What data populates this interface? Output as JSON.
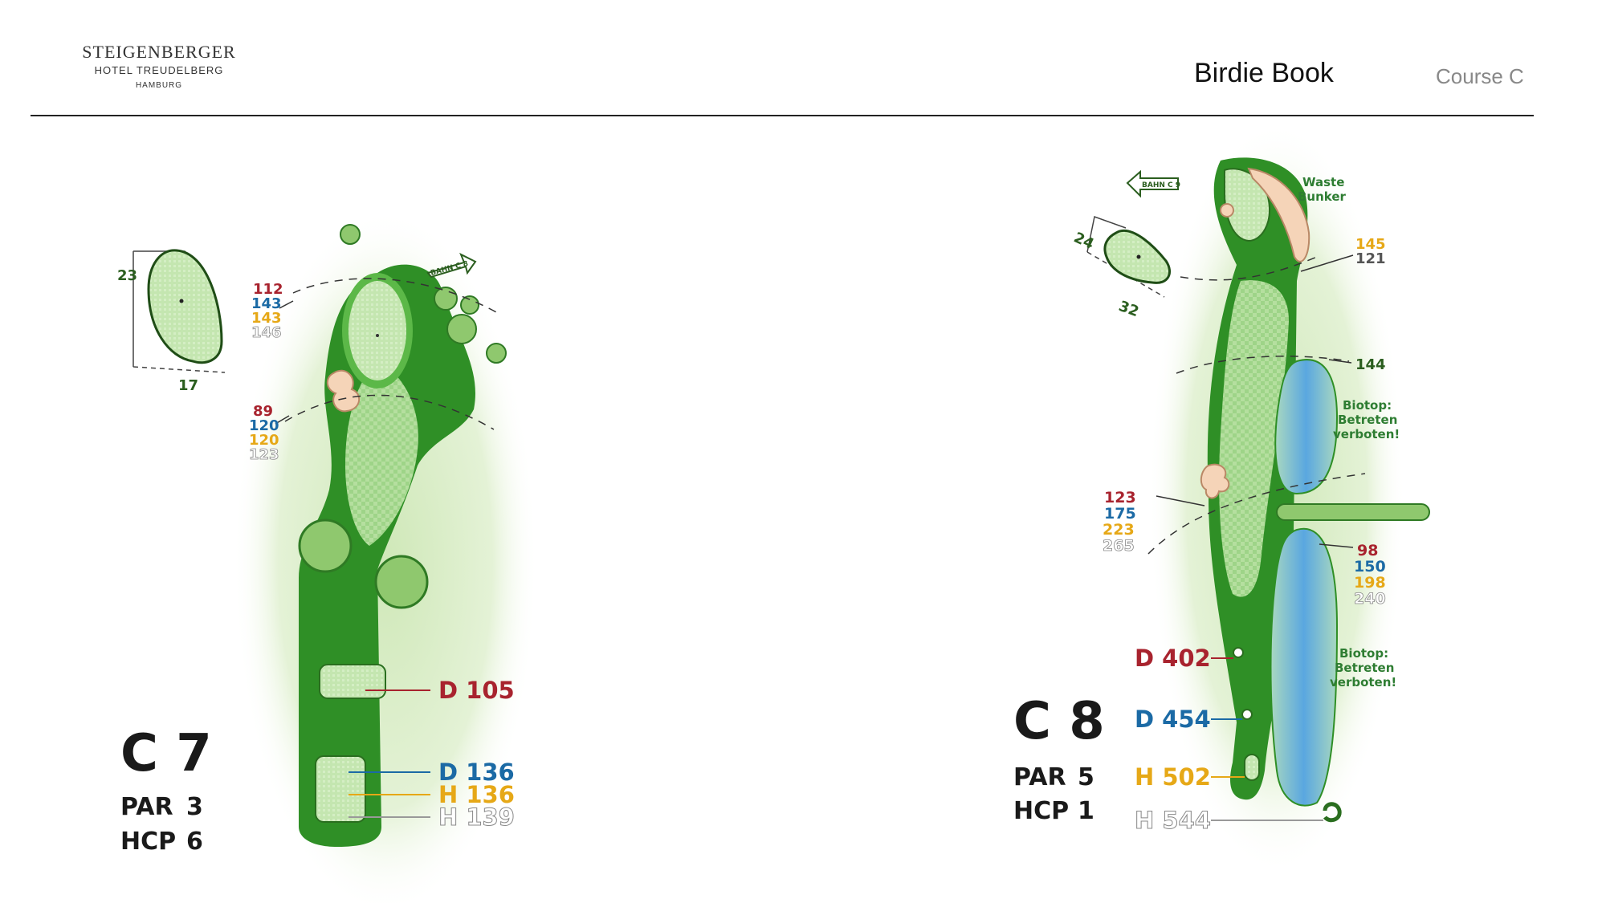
{
  "header": {
    "logo": {
      "line1": "STEIGENBERGER",
      "line2": "HOTEL TREUDELBERG",
      "line3": "HAMBURG"
    },
    "title": "Birdie Book",
    "course": "Course C"
  },
  "colors": {
    "red": "#a8232e",
    "blue": "#1b6aa5",
    "yellow": "#e6a817",
    "white": "#a9a9a9",
    "fairway": "#4cae3a",
    "rough": "#2f8f26",
    "water": "#6fb2e0",
    "sand": "#f5d4b8"
  },
  "hole7": {
    "label": "C 7",
    "par_label": "PAR",
    "par": "3",
    "hcp_label": "HCP",
    "hcp": "6",
    "green_depth": "23",
    "green_width": "17",
    "arrow": "BAHN C 8",
    "mark1": [
      "112",
      "143",
      "143",
      "146"
    ],
    "mark2": [
      "89",
      "120",
      "120",
      "123"
    ],
    "tees": {
      "d_red": "D 105",
      "d_blue": "D 136",
      "h_yellow": "H 136",
      "h_white": "H 139"
    }
  },
  "hole8": {
    "label": "C 8",
    "par_label": "PAR",
    "par": "5",
    "hcp_label": "HCP",
    "hcp": "1",
    "green_depth": "24",
    "green_width": "32",
    "arrow": "BAHN C 9",
    "waste": [
      "Waste",
      "Bunker"
    ],
    "mark_145": [
      "145",
      "121"
    ],
    "mark_144": "144",
    "mark_lay": [
      "123",
      "175",
      "223",
      "265"
    ],
    "mark_98": [
      "98",
      "150",
      "198",
      "240"
    ],
    "biotop": [
      "Biotop:",
      "Betreten",
      "verboten!"
    ],
    "tees": {
      "d_red": "D 402",
      "d_blue": "D 454",
      "h_yellow": "H 502",
      "h_white": "H 544"
    }
  }
}
